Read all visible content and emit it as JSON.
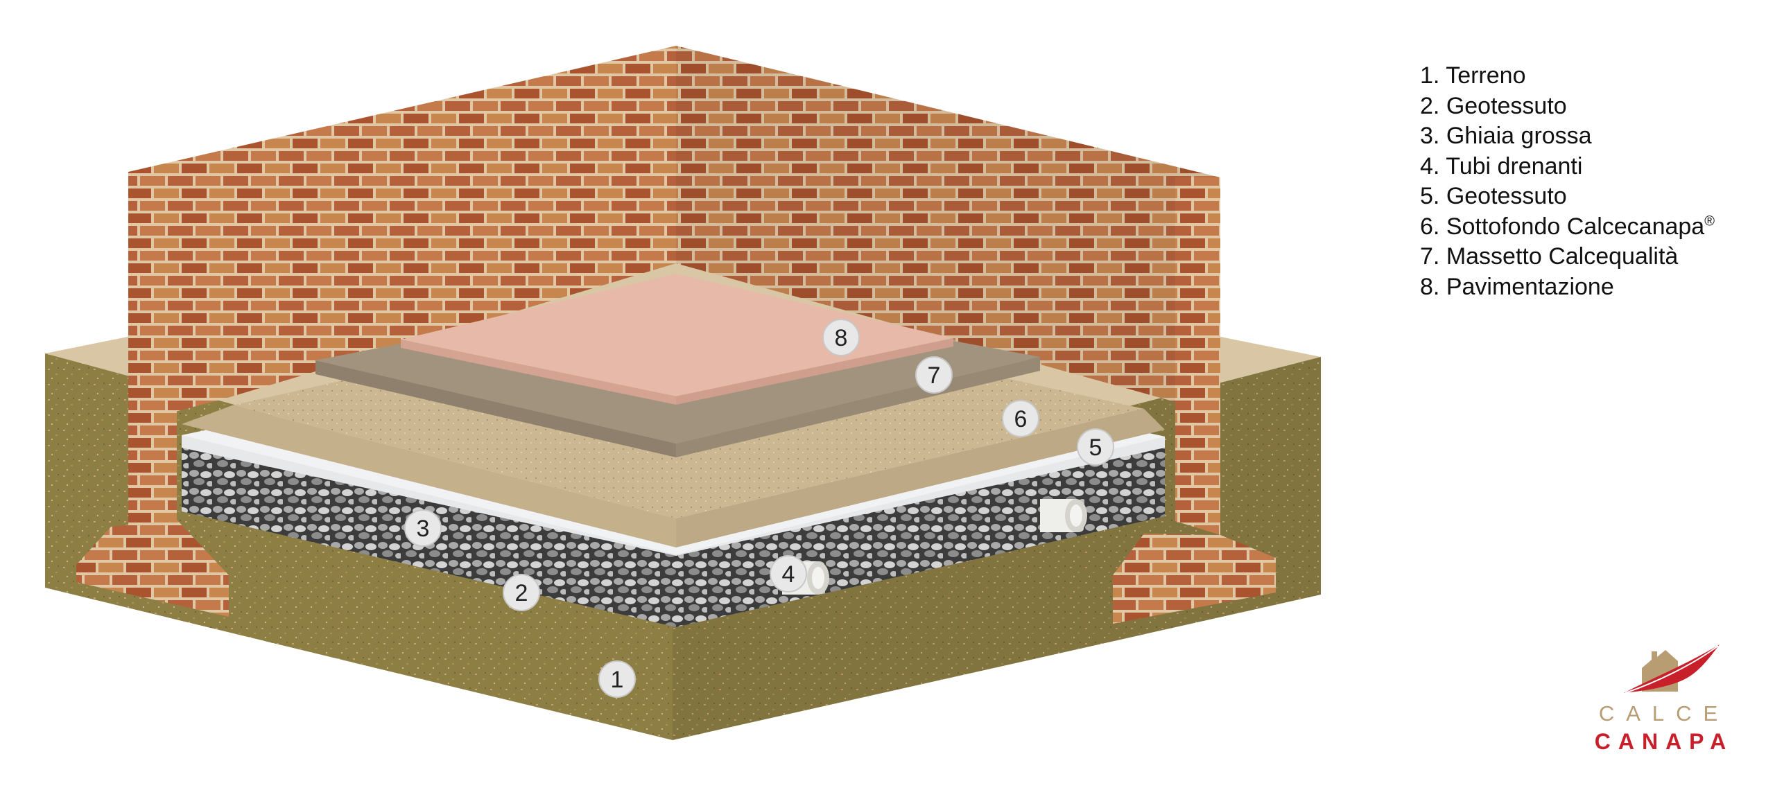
{
  "markers": [
    "1",
    "2",
    "3",
    "4",
    "5",
    "6",
    "7",
    "8"
  ],
  "legend": [
    {
      "num": "1.",
      "text": "Terreno"
    },
    {
      "num": "2.",
      "text": "Geotessuto"
    },
    {
      "num": "3.",
      "text": "Ghiaia grossa"
    },
    {
      "num": "4.",
      "text": "Tubi drenanti"
    },
    {
      "num": "5.",
      "text": "Geotessuto"
    },
    {
      "num": "6.",
      "text": "Sottofondo Calcecanapa",
      "sup": "®"
    },
    {
      "num": "7.",
      "text": "Massetto Calcequalità"
    },
    {
      "num": "8.",
      "text": "Pavimentazione"
    }
  ],
  "logo": {
    "line1": "CALCE",
    "line2": "CANAPA"
  },
  "colors": {
    "soil": "#8e7f40",
    "brick": "#b0603a",
    "gravel": "#6f6f6f",
    "geotextile": "#e6e8ea",
    "subfloor": "#c9b591",
    "screed": "#a2937e",
    "flooring": "#e7b9a8",
    "brand_red": "#c8202a",
    "brand_tan": "#b89c72"
  }
}
